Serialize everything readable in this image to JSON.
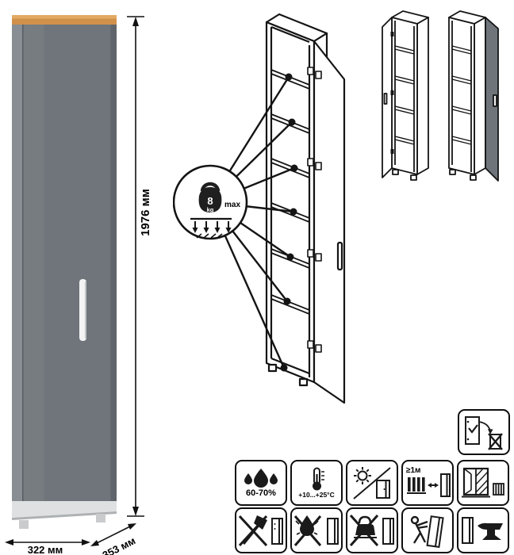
{
  "product_photo": {
    "height_label": "1976 мм",
    "width_label": "322 мм",
    "depth_label": "353 мм"
  },
  "load_callout": {
    "weight_value": "8",
    "weight_unit": "kg",
    "max_label": "max"
  },
  "care_icons": {
    "humidity": {
      "icon": "water-drops-icon",
      "label": "60-70%"
    },
    "temperature": {
      "icon": "thermometer-icon",
      "label": "+10...+25°C"
    },
    "sunlight": {
      "icon": "sun-shade-icon"
    },
    "heat_distance": {
      "icon": "heat-distance-icon",
      "label": "≥1м"
    },
    "window": {
      "icon": "window-vent-icon"
    },
    "no_impact": {
      "icon": "no-axe-icon"
    },
    "no_water": {
      "icon": "no-water-icon"
    },
    "no_iron": {
      "icon": "no-iron-icon"
    },
    "careful_move": {
      "icon": "careful-move-icon"
    },
    "no_heavy_load": {
      "icon": "anvil-icon"
    },
    "door_rehang": {
      "icon": "door-rehang-icon"
    }
  },
  "colors": {
    "outline": "#141414",
    "cabinet_door_gray": "#6f757a",
    "cabinet_body_gray": "#757b80",
    "cabinet_side_gray": "#888e93",
    "wood_top": "#d2914a",
    "handle_white": "#f4f4f4"
  }
}
